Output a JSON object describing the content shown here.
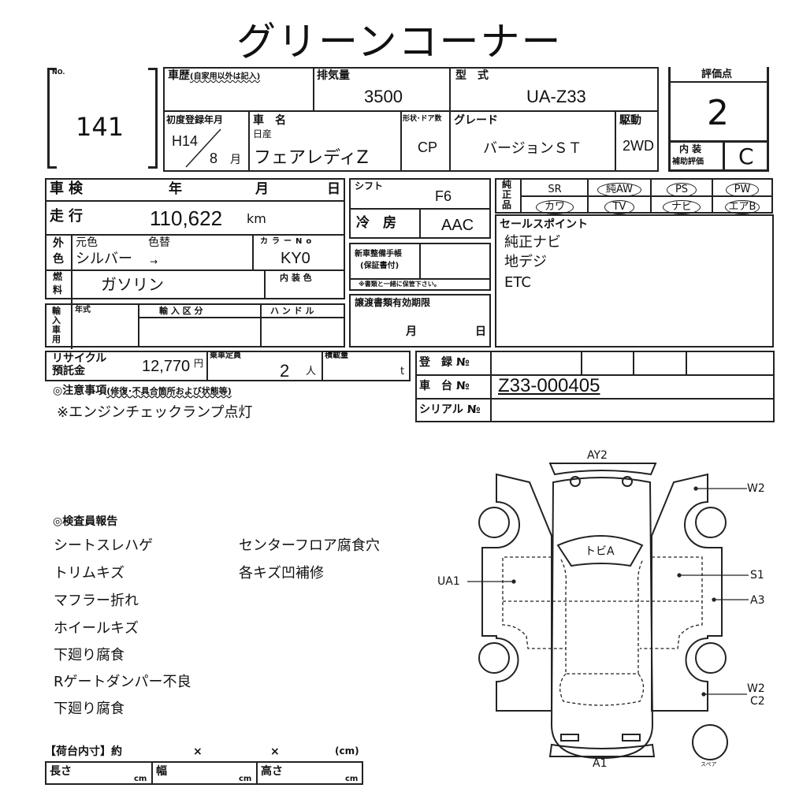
{
  "title": "グリーンコーナー",
  "lot": {
    "no_label": "NO.",
    "number": "141"
  },
  "history": {
    "label": "車歴",
    "note": "(自家用以外は記入)"
  },
  "displacement": {
    "label": "排気量",
    "value": "3500"
  },
  "model": {
    "label": "型　式",
    "value": "UA-Z33"
  },
  "first_reg": {
    "label": "初度登録年月",
    "era_year": "H14",
    "month": "8",
    "month_unit": "月"
  },
  "car_name": {
    "label": "車　名",
    "maker": "日産",
    "value": "フェアレディZ"
  },
  "body": {
    "label": "形状･ドア数",
    "value": "CP"
  },
  "grade": {
    "label": "グレード",
    "value": "バージョンＳＴ"
  },
  "drive": {
    "label": "駆動",
    "value": "2WD"
  },
  "score": {
    "label": "評価点",
    "value": "2",
    "interior_label_1": "内 装",
    "interior_label_2": "補助評価",
    "interior_value": "C"
  },
  "inspection": {
    "label": "車検",
    "year": "年",
    "month": "月",
    "day": "日"
  },
  "mileage": {
    "label": "走行",
    "value": "110,622",
    "unit": "km"
  },
  "exterior": {
    "label_1": "外",
    "label_2": "色",
    "orig_label": "元色",
    "change_label": "色替",
    "orig_value": "シルバー",
    "arrow": "→",
    "color_no_label": "カラーNo",
    "color_no": "KY0"
  },
  "fuel": {
    "label_1": "燃",
    "label_2": "料",
    "value": "ガソリン",
    "interior_color_label": "内 装 色"
  },
  "import": {
    "label": "輸入車用",
    "year_label": "年式",
    "class_label": "輸 入 区 分",
    "handle_label": "ハ ン ド ル"
  },
  "shift": {
    "label": "シフト",
    "value": "F6"
  },
  "ac": {
    "label": "冷　房",
    "value": "AAC"
  },
  "service_book": {
    "label_1": "新車整備手帳",
    "label_2": "(保証書付)",
    "note": "※書類と一緒に保管下さい。"
  },
  "transfer": {
    "label": "譲渡書類有効期限",
    "month": "月",
    "day": "日"
  },
  "genuine": {
    "label": "純正品",
    "row1": [
      "SR",
      "純AW",
      "PS",
      "PW"
    ],
    "row2": [
      "カワ",
      "TV",
      "ナビ",
      "エアB"
    ],
    "circled1": [
      false,
      true,
      true,
      true
    ],
    "circled2": [
      true,
      true,
      true,
      true
    ]
  },
  "sales_points": {
    "label": "セールスポイント",
    "items": [
      "純正ナビ",
      "地デジ",
      "ETC"
    ]
  },
  "recycle": {
    "label_1": "リサイクル",
    "label_2": "預託金",
    "value": "12,770",
    "unit": "円",
    "capacity_label": "乗車定員",
    "capacity": "2",
    "capacity_unit": "人",
    "load_label": "積載量",
    "load_unit": "t"
  },
  "registration": {
    "reg_label": "登　録 №",
    "chassis_label": "車　台 №",
    "chassis_value": "Z33-000405",
    "serial_label": "シリアル №"
  },
  "notes": {
    "label": "◎注意事項",
    "sub": "(修復･不具合箇所および状態等)",
    "text": "※エンジンチェックランプ点灯"
  },
  "inspector": {
    "label": "◎検査員報告",
    "col1": [
      "シートスレハゲ",
      "トリムキズ",
      "マフラー折れ",
      "ホイールキズ",
      "下廻り腐食",
      "Rゲートダンパー不良",
      "下廻り腐食"
    ],
    "col2": [
      "センターフロア腐食穴",
      "各キズ凹補修"
    ]
  },
  "cargo": {
    "label": "【荷台内寸】約",
    "x1": "×",
    "x2": "×",
    "unit_label": "(cm)",
    "length": "長さ",
    "width": "幅",
    "height": "高さ",
    "cm": "cm"
  },
  "diagram": {
    "top": "AY2",
    "front_right": "W2",
    "left_side": "UA1",
    "right_side": "S1",
    "right_sill": "A3",
    "rear_right_1": "W2",
    "rear_right_2": "C2",
    "rear": "A1",
    "roof": "トビA",
    "spare": "スペア"
  }
}
